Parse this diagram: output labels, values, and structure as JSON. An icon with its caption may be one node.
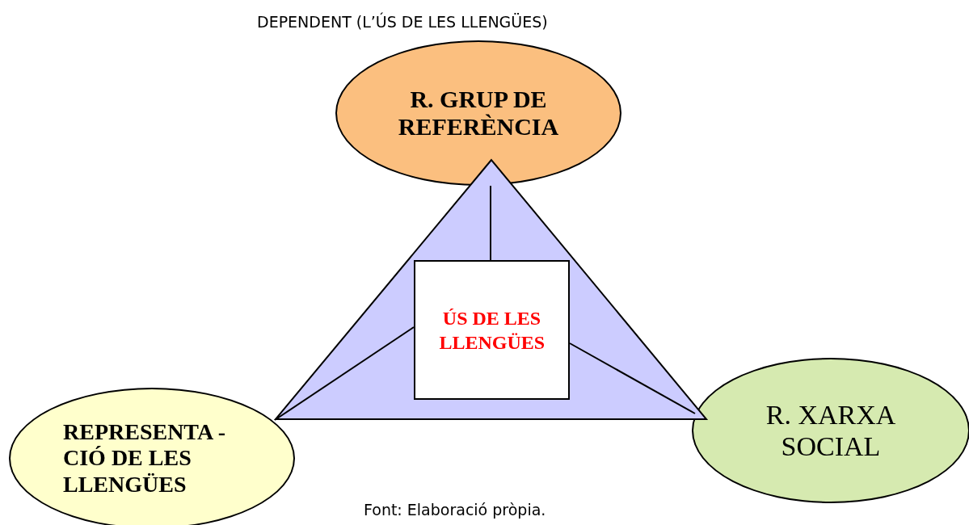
{
  "diagram": {
    "title": "DEPENDENT (L’ÚS DE LES LLENGÜES)",
    "caption": "Font: Elaboració pròpia.",
    "nodes": [
      {
        "text": [
          "R. GRUP DE REFERÈNCIA"
        ]
      },
      {
        "text": [],
        "shape": "triangle"
      },
      {
        "text": [
          "ÚS DE LES LLENGÜES"
        ],
        "in": 1
      },
      {
        "text": [
          "REPRESENTA -CIÓ DE LES LLENGÜES"
        ]
      },
      {
        "text": [
          "R. XARXA SOCIAL"
        ]
      }
    ],
    "edges": [
      {
        "from": 0,
        "to": 2,
        "arrow": "none"
      },
      {
        "from": 3,
        "to": 2,
        "arrow": "none"
      },
      {
        "from": 4,
        "to": 2,
        "arrow": "none"
      }
    ]
  }
}
